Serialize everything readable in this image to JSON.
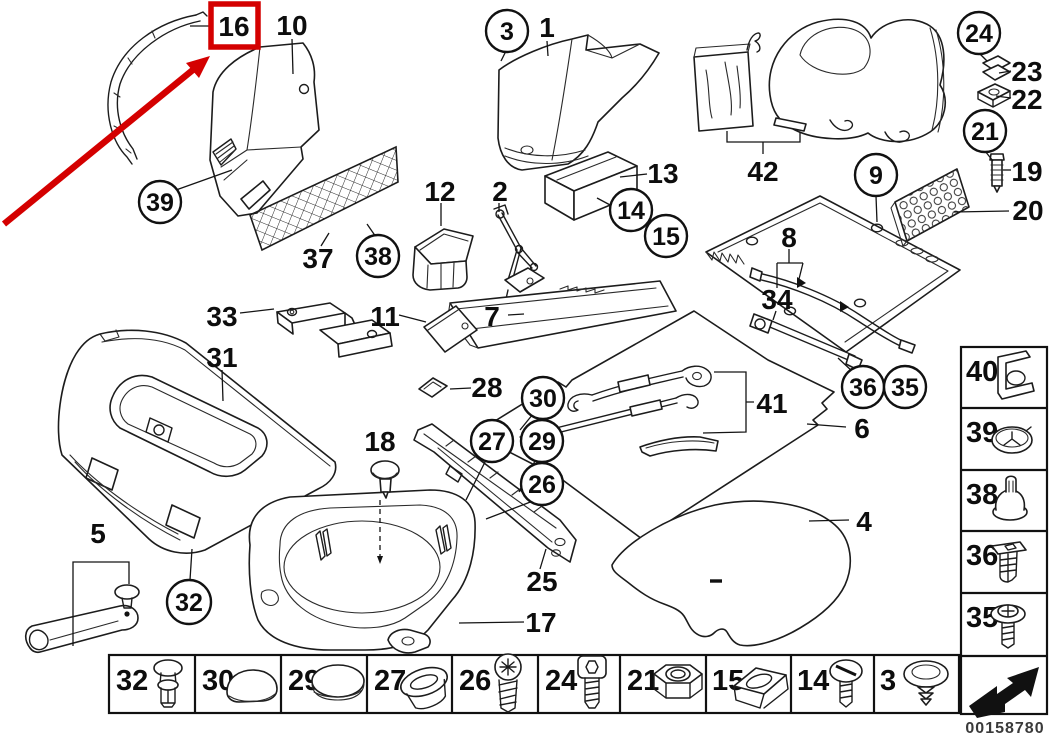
{
  "doc": {
    "type": "parts-diagram",
    "background": "#ffffff",
    "line_color": "#1c1c1c",
    "highlight_color": "#d40000"
  },
  "highlight": {
    "label": "16",
    "style": "red-box-with-arrow"
  },
  "callouts": {
    "plain": [
      {
        "id": "callout-10",
        "text": "10"
      },
      {
        "id": "callout-37",
        "text": "37"
      },
      {
        "id": "callout-12",
        "text": "12"
      },
      {
        "id": "callout-2",
        "text": "2"
      },
      {
        "id": "callout-1",
        "text": "1"
      },
      {
        "id": "callout-13",
        "text": "13"
      },
      {
        "id": "callout-42",
        "text": "42"
      },
      {
        "id": "callout-23",
        "text": "23"
      },
      {
        "id": "callout-22",
        "text": "22"
      },
      {
        "id": "callout-19",
        "text": "19"
      },
      {
        "id": "callout-20",
        "text": "20"
      },
      {
        "id": "callout-8",
        "text": "8"
      },
      {
        "id": "callout-34",
        "text": "34"
      },
      {
        "id": "callout-33",
        "text": "33"
      },
      {
        "id": "callout-11",
        "text": "11"
      },
      {
        "id": "callout-7",
        "text": "7"
      },
      {
        "id": "callout-31",
        "text": "31"
      },
      {
        "id": "callout-28",
        "text": "28"
      },
      {
        "id": "callout-41",
        "text": "41"
      },
      {
        "id": "callout-6",
        "text": "6"
      },
      {
        "id": "callout-18",
        "text": "18"
      },
      {
        "id": "callout-5",
        "text": "5"
      },
      {
        "id": "callout-25",
        "text": "25"
      },
      {
        "id": "callout-17",
        "text": "17"
      },
      {
        "id": "callout-4",
        "text": "4"
      }
    ],
    "circled": [
      {
        "id": "callout-39",
        "text": "39"
      },
      {
        "id": "callout-38",
        "text": "38"
      },
      {
        "id": "callout-3",
        "text": "3"
      },
      {
        "id": "callout-14",
        "text": "14"
      },
      {
        "id": "callout-15",
        "text": "15"
      },
      {
        "id": "callout-24",
        "text": "24"
      },
      {
        "id": "callout-21",
        "text": "21"
      },
      {
        "id": "callout-9",
        "text": "9"
      },
      {
        "id": "callout-30",
        "text": "30"
      },
      {
        "id": "callout-27",
        "text": "27"
      },
      {
        "id": "callout-29",
        "text": "29"
      },
      {
        "id": "callout-26",
        "text": "26"
      },
      {
        "id": "callout-36",
        "text": "36"
      },
      {
        "id": "callout-35",
        "text": "35"
      },
      {
        "id": "callout-32",
        "text": "32"
      }
    ]
  },
  "bottom_legend": {
    "items": [
      {
        "label": "32",
        "icon": "push-rivet-icon"
      },
      {
        "label": "30",
        "icon": "cap-plug-icon"
      },
      {
        "label": "29",
        "icon": "blanking-plug-icon"
      },
      {
        "label": "27",
        "icon": "oval-grommet-icon"
      },
      {
        "label": "26",
        "icon": "phillips-screw-icon"
      },
      {
        "label": "24",
        "icon": "torx-screw-icon"
      },
      {
        "label": "21",
        "icon": "lock-nut-icon"
      },
      {
        "label": "15",
        "icon": "cage-nut-icon"
      },
      {
        "label": "14",
        "icon": "slotted-screw-icon"
      },
      {
        "label": "3",
        "icon": "expanding-clip-icon"
      }
    ]
  },
  "side_legend": {
    "items": [
      {
        "label": "40",
        "icon": "corner-bracket-icon"
      },
      {
        "label": "39",
        "icon": "tripod-grommet-icon"
      },
      {
        "label": "38",
        "icon": "hook-clip-icon"
      },
      {
        "label": "36",
        "icon": "expansion-rivet-icon"
      },
      {
        "label": "35",
        "icon": "washer-screw-icon"
      }
    ],
    "nav": {
      "icon": "bent-arrow-icon"
    }
  },
  "footer": {
    "diagram_code": "00158780"
  }
}
